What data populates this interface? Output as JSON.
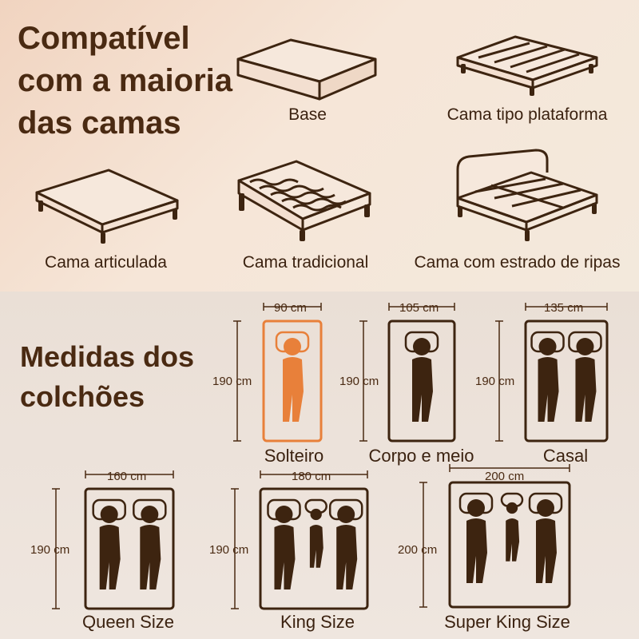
{
  "compat": {
    "title_lines": [
      "Compatível",
      "com a maioria",
      "das camas"
    ],
    "beds": [
      "Base",
      "Cama tipo plataforma",
      "Cama articulada",
      "Cama tradicional",
      "Cama com estrado de ripas"
    ]
  },
  "sizes": {
    "title_lines": [
      "Medidas dos",
      "colchões"
    ],
    "items": [
      {
        "name": "Solteiro",
        "width": "90 cm",
        "length": "190 cm"
      },
      {
        "name": "Corpo e meio",
        "width": "105 cm",
        "length": "190 cm"
      },
      {
        "name": "Casal",
        "width": "135 cm",
        "length": "190 cm"
      },
      {
        "name": "Queen Size",
        "width": "160 cm",
        "length": "190 cm"
      },
      {
        "name": "King Size",
        "width": "180 cm",
        "length": "190 cm"
      },
      {
        "name": "Super King Size",
        "width": "200 cm",
        "length": "200 cm"
      }
    ]
  },
  "colors": {
    "brown": "#3d2410",
    "orange": "#e8803a",
    "beige_top": "#f3e4d6",
    "beige_bottom": "#ece2da"
  }
}
